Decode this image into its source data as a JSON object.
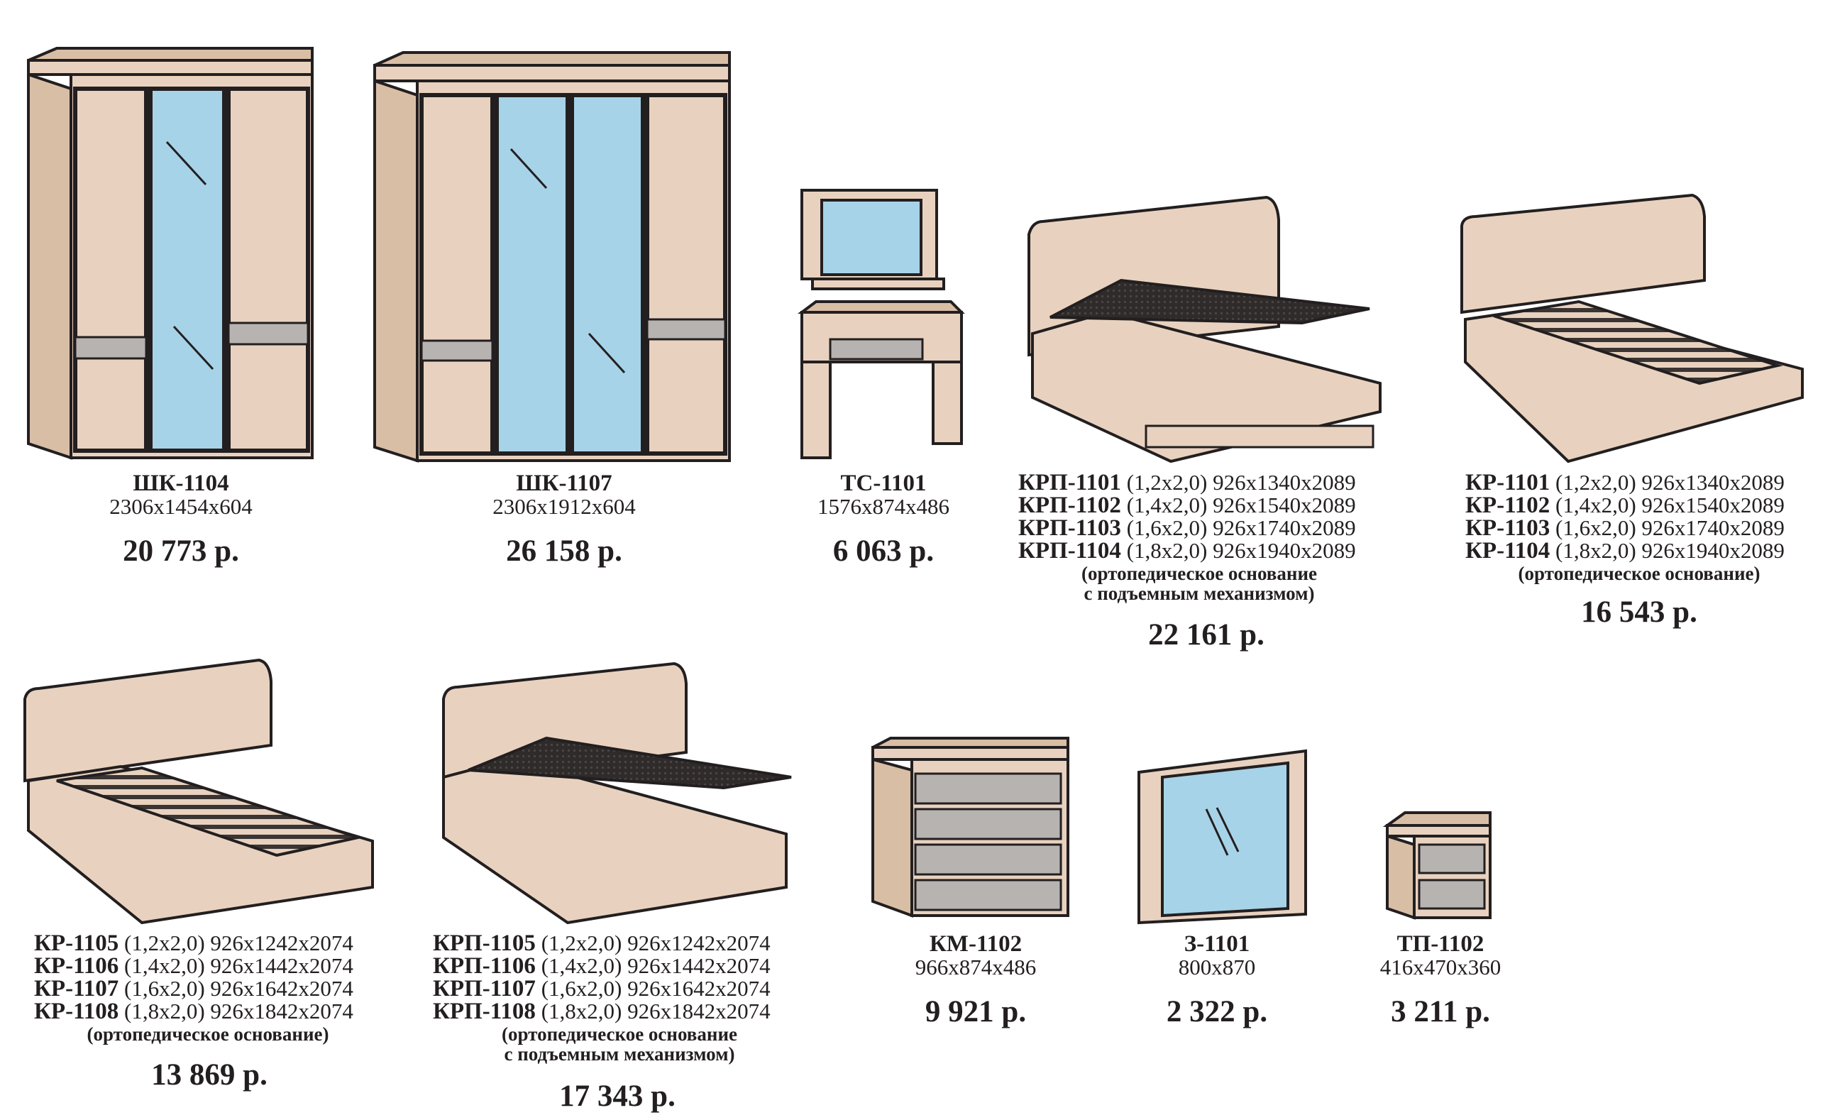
{
  "colors": {
    "panel": "#e8d2bf",
    "panel_dark": "#d9bea6",
    "glass": "#a7d3e8",
    "outline": "#231f20",
    "slat": "#3a3533",
    "grey": "#b6b3b0"
  },
  "products": [
    {
      "code": "ШК-1104",
      "dims": "2306х1454х604",
      "price": "20 773 р.",
      "icon": "wardrobe-3-door"
    },
    {
      "code": "ШК-1107",
      "dims": "2306х1912х604",
      "price": "26 158 р.",
      "icon": "wardrobe-4-door"
    },
    {
      "code": "ТС-1101",
      "dims": "1576х874х486",
      "price": "6 063 р.",
      "icon": "dressing-table"
    },
    {
      "code": "КМ-1102",
      "dims": "966х874х486",
      "price": "9 921 р.",
      "icon": "chest-of-drawers"
    },
    {
      "code": "З-1101",
      "dims": "800х870",
      "price": "2 322 р.",
      "icon": "mirror"
    },
    {
      "code": "ТП-1102",
      "dims": "416х470х360",
      "price": "3 211 р.",
      "icon": "bedside-table"
    }
  ],
  "bed_groups": [
    {
      "icon": "bed-lift-mechanism",
      "rows": [
        {
          "code": "КРП-1101",
          "size": "(1,2х2,0)",
          "dims": "926х1340х2089"
        },
        {
          "code": "КРП-1102",
          "size": "(1,4х2,0)",
          "dims": "926х1540х2089"
        },
        {
          "code": "КРП-1103",
          "size": "(1,6х2,0)",
          "dims": "926х1740х2089"
        },
        {
          "code": "КРП-1104",
          "size": "(1,8х2,0)",
          "dims": "926х1940х2089"
        }
      ],
      "note_line1": "(ортопедическое основание",
      "note_line2": "с подъемным механизмом)",
      "price": "22 161 р."
    },
    {
      "icon": "bed-orthopedic",
      "rows": [
        {
          "code": "КР-1101",
          "size": "(1,2х2,0)",
          "dims": "926х1340х2089"
        },
        {
          "code": "КР-1102",
          "size": "(1,4х2,0)",
          "dims": "926х1540х2089"
        },
        {
          "code": "КР-1103",
          "size": "(1,6х2,0)",
          "dims": "926х1740х2089"
        },
        {
          "code": "КР-1104",
          "size": "(1,8х2,0)",
          "dims": "926х1940х2089"
        }
      ],
      "note_line1": "(ортопедическое основание)",
      "note_line2": "",
      "price": "16 543 р."
    },
    {
      "icon": "bed-orthopedic",
      "rows": [
        {
          "code": "КР-1105",
          "size": "(1,2х2,0)",
          "dims": "926х1242х2074"
        },
        {
          "code": "КР-1106",
          "size": "(1,4х2,0)",
          "dims": "926х1442х2074"
        },
        {
          "code": "КР-1107",
          "size": "(1,6х2,0)",
          "dims": "926х1642х2074"
        },
        {
          "code": "КР-1108",
          "size": "(1,8х2,0)",
          "dims": "926х1842х2074"
        }
      ],
      "note_line1": "(ортопедическое основание)",
      "note_line2": "",
      "price": "13 869 р."
    },
    {
      "icon": "bed-lift-mechanism",
      "rows": [
        {
          "code": "КРП-1105",
          "size": "(1,2х2,0)",
          "dims": "926х1242х2074"
        },
        {
          "code": "КРП-1106",
          "size": "(1,4х2,0)",
          "dims": "926х1442х2074"
        },
        {
          "code": "КРП-1107",
          "size": "(1,6х2,0)",
          "dims": "926х1642х2074"
        },
        {
          "code": "КРП-1108",
          "size": "(1,8х2,0)",
          "dims": "926х1842х2074"
        }
      ],
      "note_line1": "(ортопедическое основание",
      "note_line2": "с подъемным механизмом)",
      "price": "17 343 р."
    }
  ]
}
